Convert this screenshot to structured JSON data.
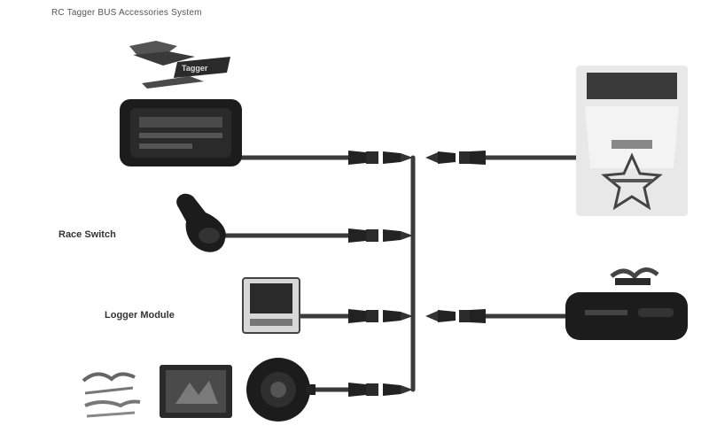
{
  "diagram": {
    "title": "RC Tagger BUS Accessories System",
    "labels": {
      "race_switch": "Race Switch",
      "logger_module": "Logger Module"
    },
    "colors": {
      "cable": "#3a3a3a",
      "connector": "#222222",
      "device_dark": "#1c1c1c",
      "device_light": "#e8e8e8"
    },
    "icons": [
      "display-unit-icon",
      "race-switch-icon",
      "logger-module-icon",
      "camera-icon",
      "tagger-box-icon",
      "antenna-unit-icon"
    ]
  }
}
